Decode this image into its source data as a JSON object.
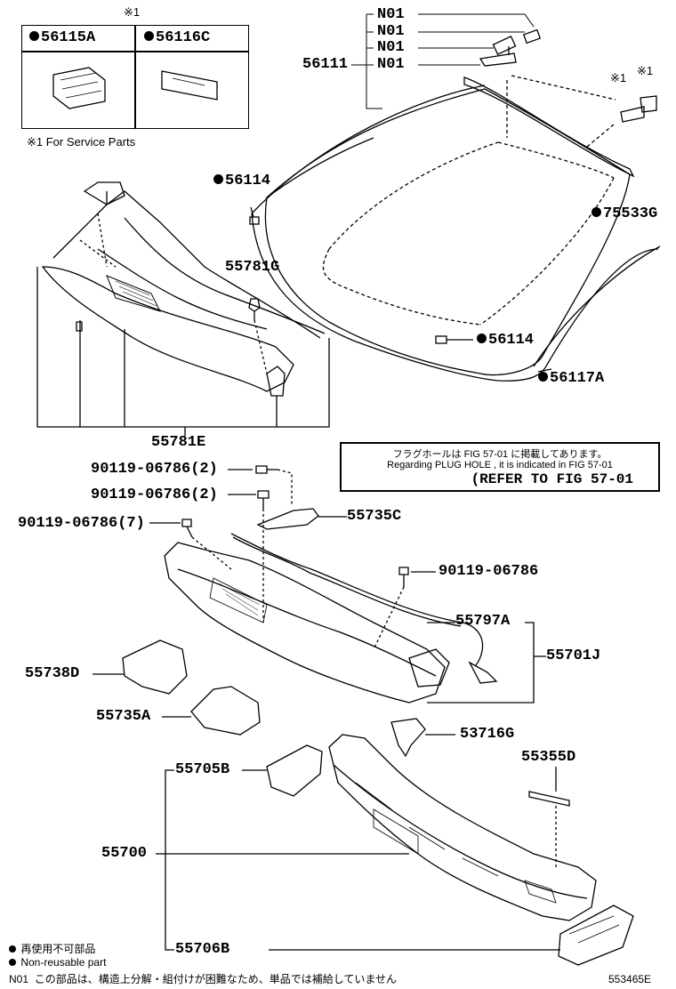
{
  "service_table": {
    "header_mark": "※1",
    "col1_part": "56115A",
    "col2_part": "56116C",
    "note": "※1 For Service Parts"
  },
  "labels": {
    "n01_a": "N01",
    "n01_b": "N01",
    "n01_c": "N01",
    "n01_d": "N01",
    "p56111": "56111",
    "mark_a": "※1",
    "mark_b": "※1",
    "p56114_top": "56114",
    "p75533G": "75533G",
    "p55781G": "55781G",
    "p56114_bot": "56114",
    "p56117A": "56117A",
    "p55781E": "55781E",
    "bolt_a": "90119-06786(2)",
    "bolt_b": "90119-06786(2)",
    "bolt_c": "90119-06786(7)",
    "p55735C": "55735C",
    "bolt_d": "90119-06786",
    "p55797A": "55797A",
    "p55701J": "55701J",
    "p55738D": "55738D",
    "p55735A": "55735A",
    "p53716G": "53716G",
    "p55355D": "55355D",
    "p55705B": "55705B",
    "p55700": "55700",
    "p55706B": "55706B"
  },
  "reference_note": {
    "line_jp": "フラグホールは FIG 57-01 に掲載してあります。",
    "line_en": "Regarding  PLUG  HOLE , it is indicated in  FIG  57-01",
    "line_ref": "(REFER TO FIG 57-01"
  },
  "legend": {
    "dot_jp": "再使用不可部品",
    "dot_en": "Non-reusable part",
    "n01_code": "N01",
    "n01_text": "この部品は、構造上分解・組付けが困難なため、単品では補給していません"
  },
  "diagram_id": "553465E"
}
